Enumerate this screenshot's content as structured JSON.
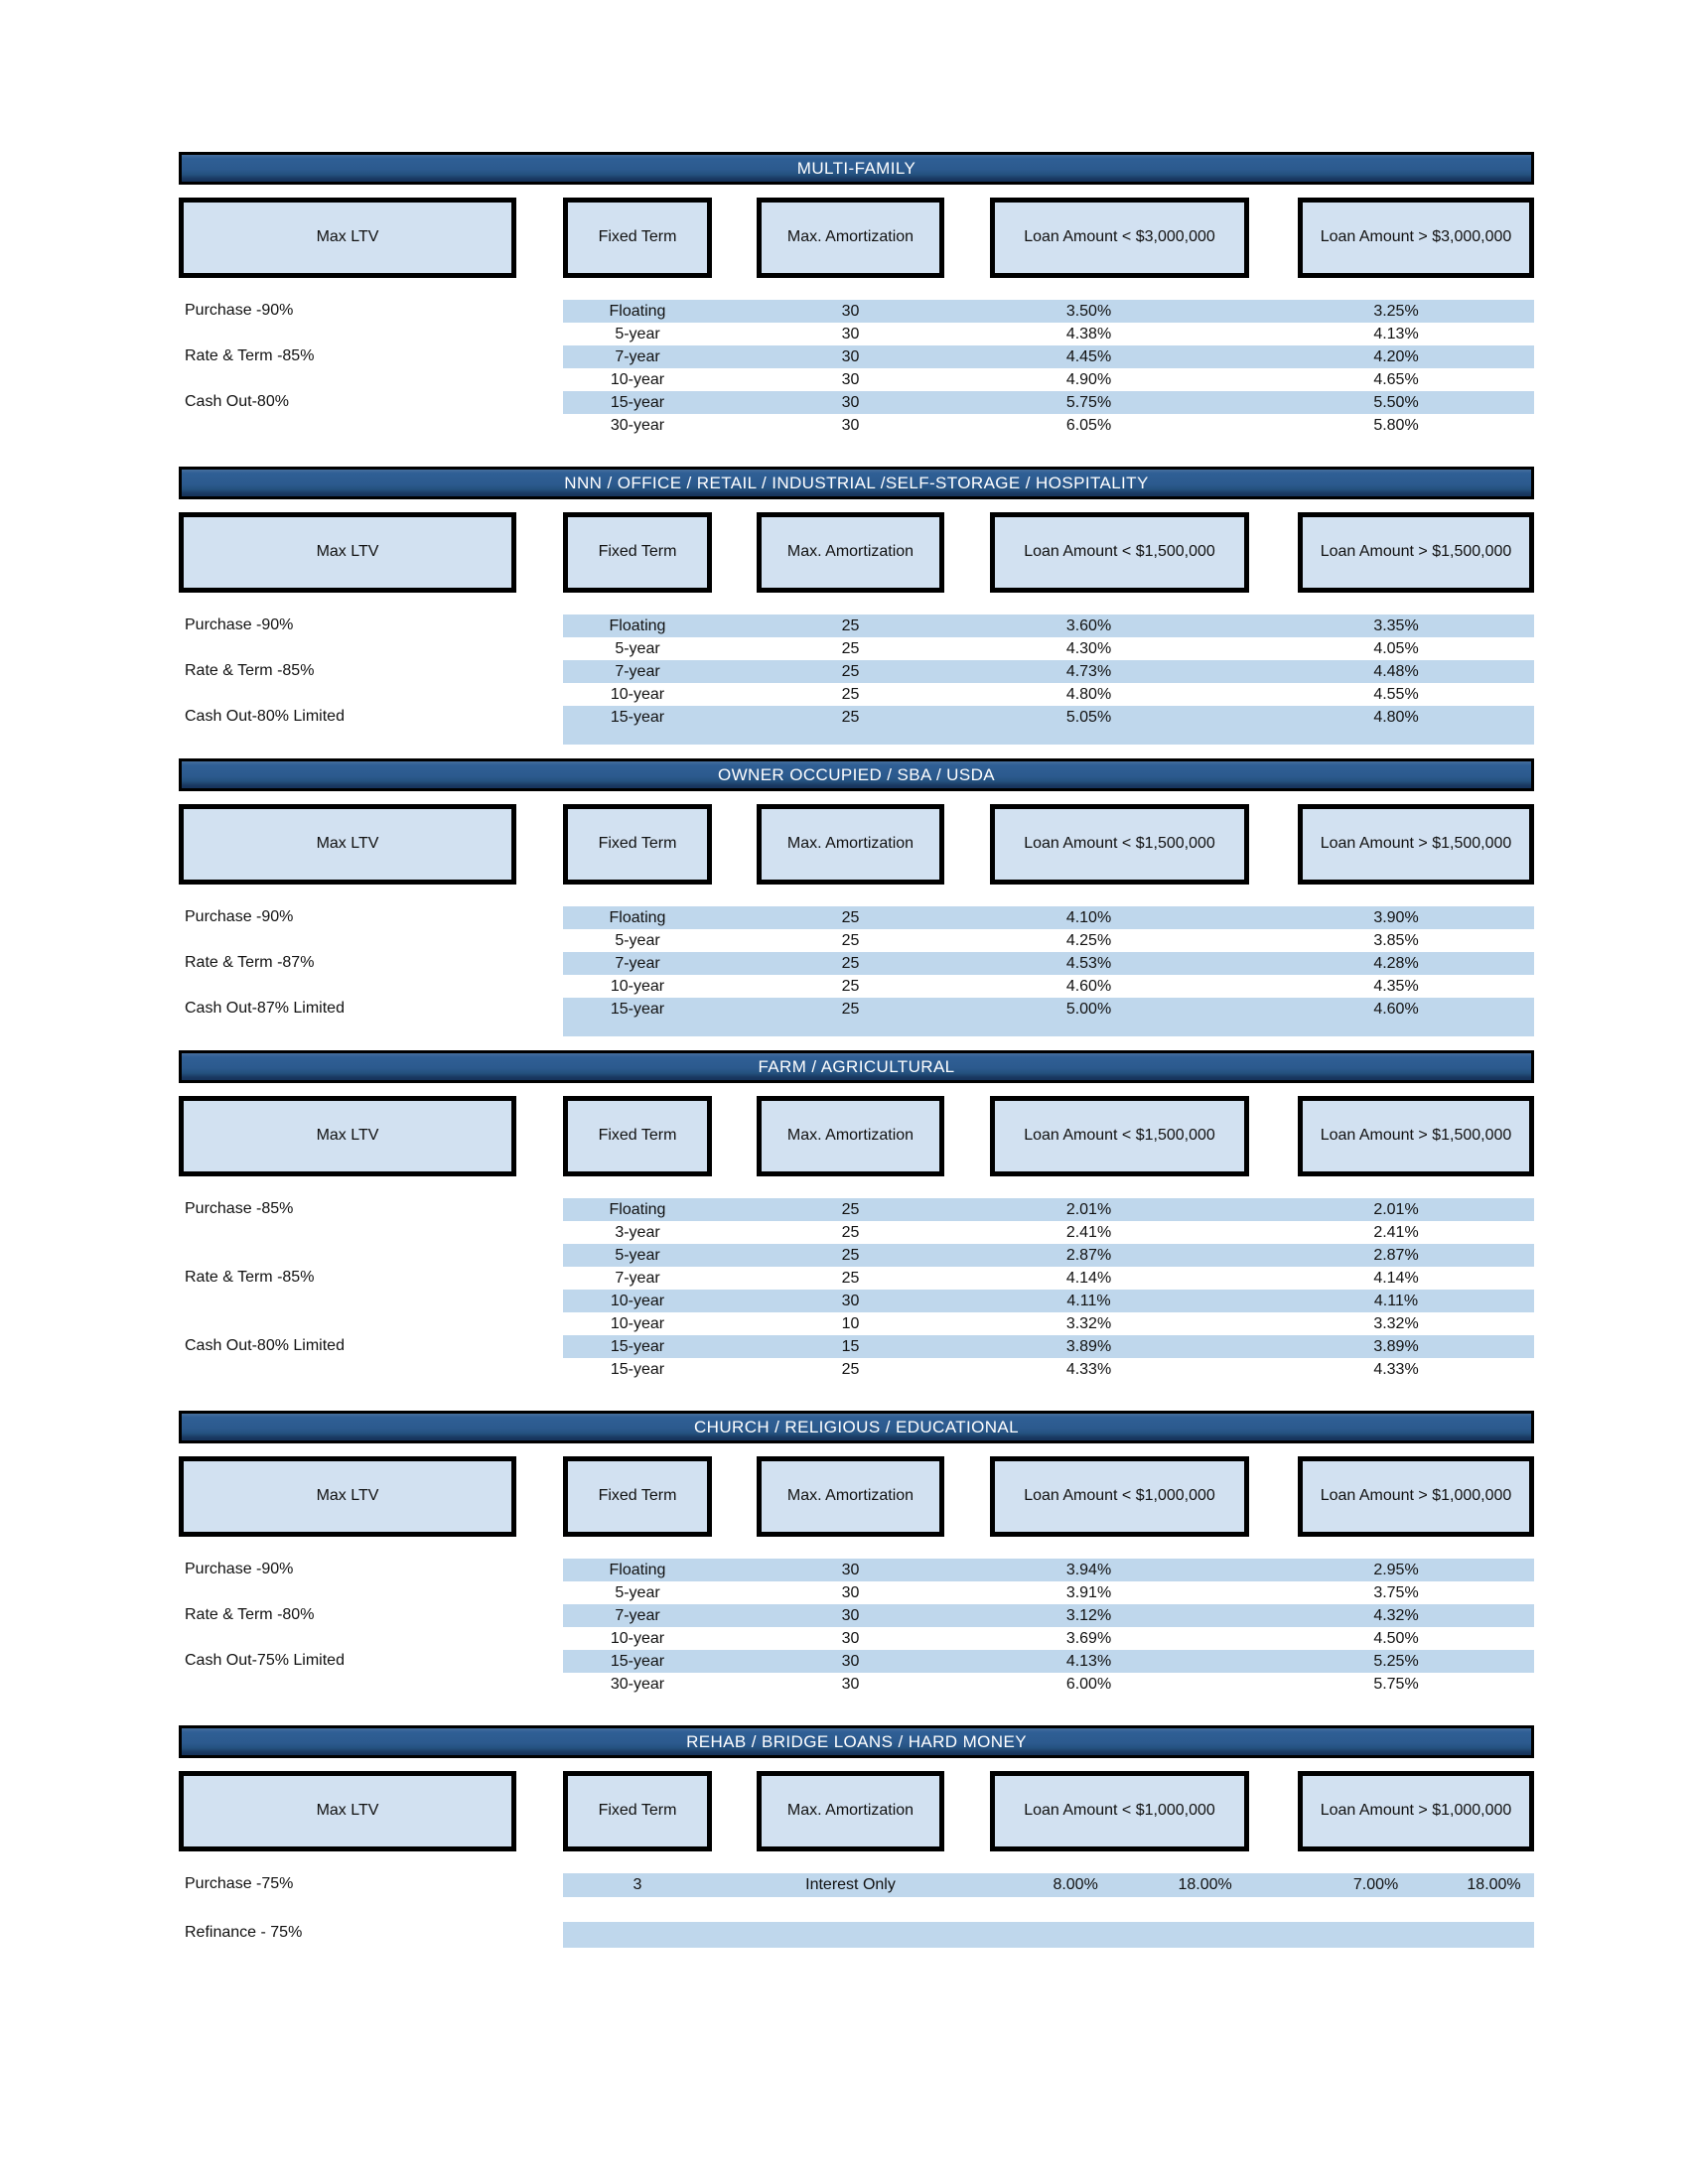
{
  "document": {
    "title": "Commercial loan rate sheet"
  },
  "colors": {
    "navy_bar_top": "#466f9d",
    "navy_bar_mid": "#2c5a8e",
    "navy_bar_bottom": "#16335a",
    "header_box_fill": "#d2e1f1",
    "row_shade_fill": "#bfd7ec",
    "border": "#000000",
    "title_text": "#ffffff"
  },
  "sections": [
    {
      "title": "MULTI-FAMILY",
      "columns": [
        "Max LTV",
        "Fixed Term",
        "Max. Amortization",
        "Loan Amount < $3,000,000",
        "Loan Amount > $3,000,000"
      ],
      "ltv_labels": [
        {
          "text": "Purchase -90%",
          "row": 0
        },
        {
          "text": "Rate & Term -85%",
          "row": 2
        },
        {
          "text": "Cash Out-80%",
          "row": 4
        }
      ],
      "rows": [
        {
          "term": "Floating",
          "amort": "30",
          "lt": "3.50%",
          "gt": "3.25%",
          "shaded": true
        },
        {
          "term": "5-year",
          "amort": "30",
          "lt": "4.38%",
          "gt": "4.13%",
          "shaded": false
        },
        {
          "term": "7-year",
          "amort": "30",
          "lt": "4.45%",
          "gt": "4.20%",
          "shaded": true
        },
        {
          "term": "10-year",
          "amort": "30",
          "lt": "4.90%",
          "gt": "4.65%",
          "shaded": false
        },
        {
          "term": "15-year",
          "amort": "30",
          "lt": "5.75%",
          "gt": "5.50%",
          "shaded": true
        },
        {
          "term": "30-year",
          "amort": "30",
          "lt": "6.05%",
          "gt": "5.80%",
          "shaded": false
        }
      ]
    },
    {
      "title": "NNN / OFFICE / RETAIL / INDUSTRIAL /SELF-STORAGE / HOSPITALITY",
      "columns": [
        "Max LTV",
        "Fixed Term",
        "Max. Amortization",
        "Loan Amount < $1,500,000",
        "Loan Amount > $1,500,000"
      ],
      "ltv_labels": [
        {
          "text": "Purchase -90%",
          "row": 0
        },
        {
          "text": "Rate & Term -85%",
          "row": 2
        },
        {
          "text": "Cash Out-80% Limited",
          "row": 4
        }
      ],
      "rows": [
        {
          "term": "Floating",
          "amort": "25",
          "lt": "3.60%",
          "gt": "3.35%",
          "shaded": true
        },
        {
          "term": "5-year",
          "amort": "25",
          "lt": "4.30%",
          "gt": "4.05%",
          "shaded": false
        },
        {
          "term": "7-year",
          "amort": "25",
          "lt": "4.73%",
          "gt": "4.48%",
          "shaded": true
        },
        {
          "term": "10-year",
          "amort": "25",
          "lt": "4.80%",
          "gt": "4.55%",
          "shaded": false
        },
        {
          "term": "15-year",
          "amort": "25",
          "lt": "5.05%",
          "gt": "4.80%",
          "shaded": true
        },
        {
          "band": true,
          "shaded": true,
          "h": 16
        }
      ]
    },
    {
      "title": "OWNER OCCUPIED / SBA / USDA",
      "columns": [
        "Max LTV",
        "Fixed Term",
        "Max. Amortization",
        "Loan Amount < $1,500,000",
        "Loan Amount > $1,500,000"
      ],
      "ltv_labels": [
        {
          "text": "Purchase -90%",
          "row": 0
        },
        {
          "text": "Rate & Term -87%",
          "row": 2
        },
        {
          "text": "Cash Out-87% Limited",
          "row": 4
        }
      ],
      "rows": [
        {
          "term": "Floating",
          "amort": "25",
          "lt": "4.10%",
          "gt": "3.90%",
          "shaded": true
        },
        {
          "term": "5-year",
          "amort": "25",
          "lt": "4.25%",
          "gt": "3.85%",
          "shaded": false
        },
        {
          "term": "7-year",
          "amort": "25",
          "lt": "4.53%",
          "gt": "4.28%",
          "shaded": true
        },
        {
          "term": "10-year",
          "amort": "25",
          "lt": "4.60%",
          "gt": "4.35%",
          "shaded": false
        },
        {
          "term": "15-year",
          "amort": "25",
          "lt": "5.00%",
          "gt": "4.60%",
          "shaded": true
        },
        {
          "band": true,
          "shaded": true,
          "h": 16
        }
      ]
    },
    {
      "title": "FARM / AGRICULTURAL",
      "columns": [
        "Max LTV",
        "Fixed Term",
        "Max. Amortization",
        "Loan Amount < $1,500,000",
        "Loan Amount > $1,500,000"
      ],
      "ltv_labels": [
        {
          "text": "Purchase -85%",
          "row": 0
        },
        {
          "text": "Rate & Term -85%",
          "row": 3
        },
        {
          "text": "Cash Out-80% Limited",
          "row": 6
        }
      ],
      "rows": [
        {
          "term": "Floating",
          "amort": "25",
          "lt": "2.01%",
          "gt": "2.01%",
          "shaded": true
        },
        {
          "term": "3-year",
          "amort": "25",
          "lt": "2.41%",
          "gt": "2.41%",
          "shaded": false
        },
        {
          "term": "5-year",
          "amort": "25",
          "lt": "2.87%",
          "gt": "2.87%",
          "shaded": true
        },
        {
          "term": "7-year",
          "amort": "25",
          "lt": "4.14%",
          "gt": "4.14%",
          "shaded": false
        },
        {
          "term": "10-year",
          "amort": "30",
          "lt": "4.11%",
          "gt": "4.11%",
          "shaded": true
        },
        {
          "term": "10-year",
          "amort": "10",
          "lt": "3.32%",
          "gt": "3.32%",
          "shaded": false
        },
        {
          "term": "15-year",
          "amort": "15",
          "lt": "3.89%",
          "gt": "3.89%",
          "shaded": true
        },
        {
          "term": "15-year",
          "amort": "25",
          "lt": "4.33%",
          "gt": "4.33%",
          "shaded": false
        }
      ]
    },
    {
      "title": "CHURCH / RELIGIOUS / EDUCATIONAL",
      "columns": [
        "Max LTV",
        "Fixed Term",
        "Max. Amortization",
        "Loan Amount < $1,000,000",
        "Loan Amount > $1,000,000"
      ],
      "ltv_labels": [
        {
          "text": "Purchase -90%",
          "row": 0
        },
        {
          "text": "Rate & Term -80%",
          "row": 2
        },
        {
          "text": "Cash Out-75% Limited",
          "row": 4
        }
      ],
      "rows": [
        {
          "term": "Floating",
          "amort": "30",
          "lt": "3.94%",
          "gt": "2.95%",
          "shaded": true
        },
        {
          "term": "5-year",
          "amort": "30",
          "lt": "3.91%",
          "gt": "3.75%",
          "shaded": false
        },
        {
          "term": "7-year",
          "amort": "30",
          "lt": "3.12%",
          "gt": "4.32%",
          "shaded": true
        },
        {
          "term": "10-year",
          "amort": "30",
          "lt": "3.69%",
          "gt": "4.50%",
          "shaded": false
        },
        {
          "term": "15-year",
          "amort": "30",
          "lt": "4.13%",
          "gt": "5.25%",
          "shaded": true
        },
        {
          "term": "30-year",
          "amort": "30",
          "lt": "6.00%",
          "gt": "5.75%",
          "shaded": false
        }
      ]
    },
    {
      "title": "REHAB / BRIDGE LOANS / HARD MONEY",
      "columns": [
        "Max LTV",
        "Fixed Term",
        "Max. Amortization",
        "Loan Amount < $1,000,000",
        "Loan Amount > $1,000,000"
      ],
      "ltv_labels": [
        {
          "text": "Purchase -75%",
          "row": 0
        },
        {
          "text": "Refinance - 75%",
          "row": 2
        }
      ],
      "rows": [
        {
          "term": "3",
          "amort": "Interest Only",
          "lt": "8.00%",
          "lt2": "18.00%",
          "gt": "7.00%",
          "gt2": "18.00%",
          "shaded": true,
          "h": 24
        },
        {
          "spacer": true,
          "shaded": false,
          "h": 25
        },
        {
          "band": true,
          "shaded": true,
          "h": 26
        }
      ]
    }
  ]
}
